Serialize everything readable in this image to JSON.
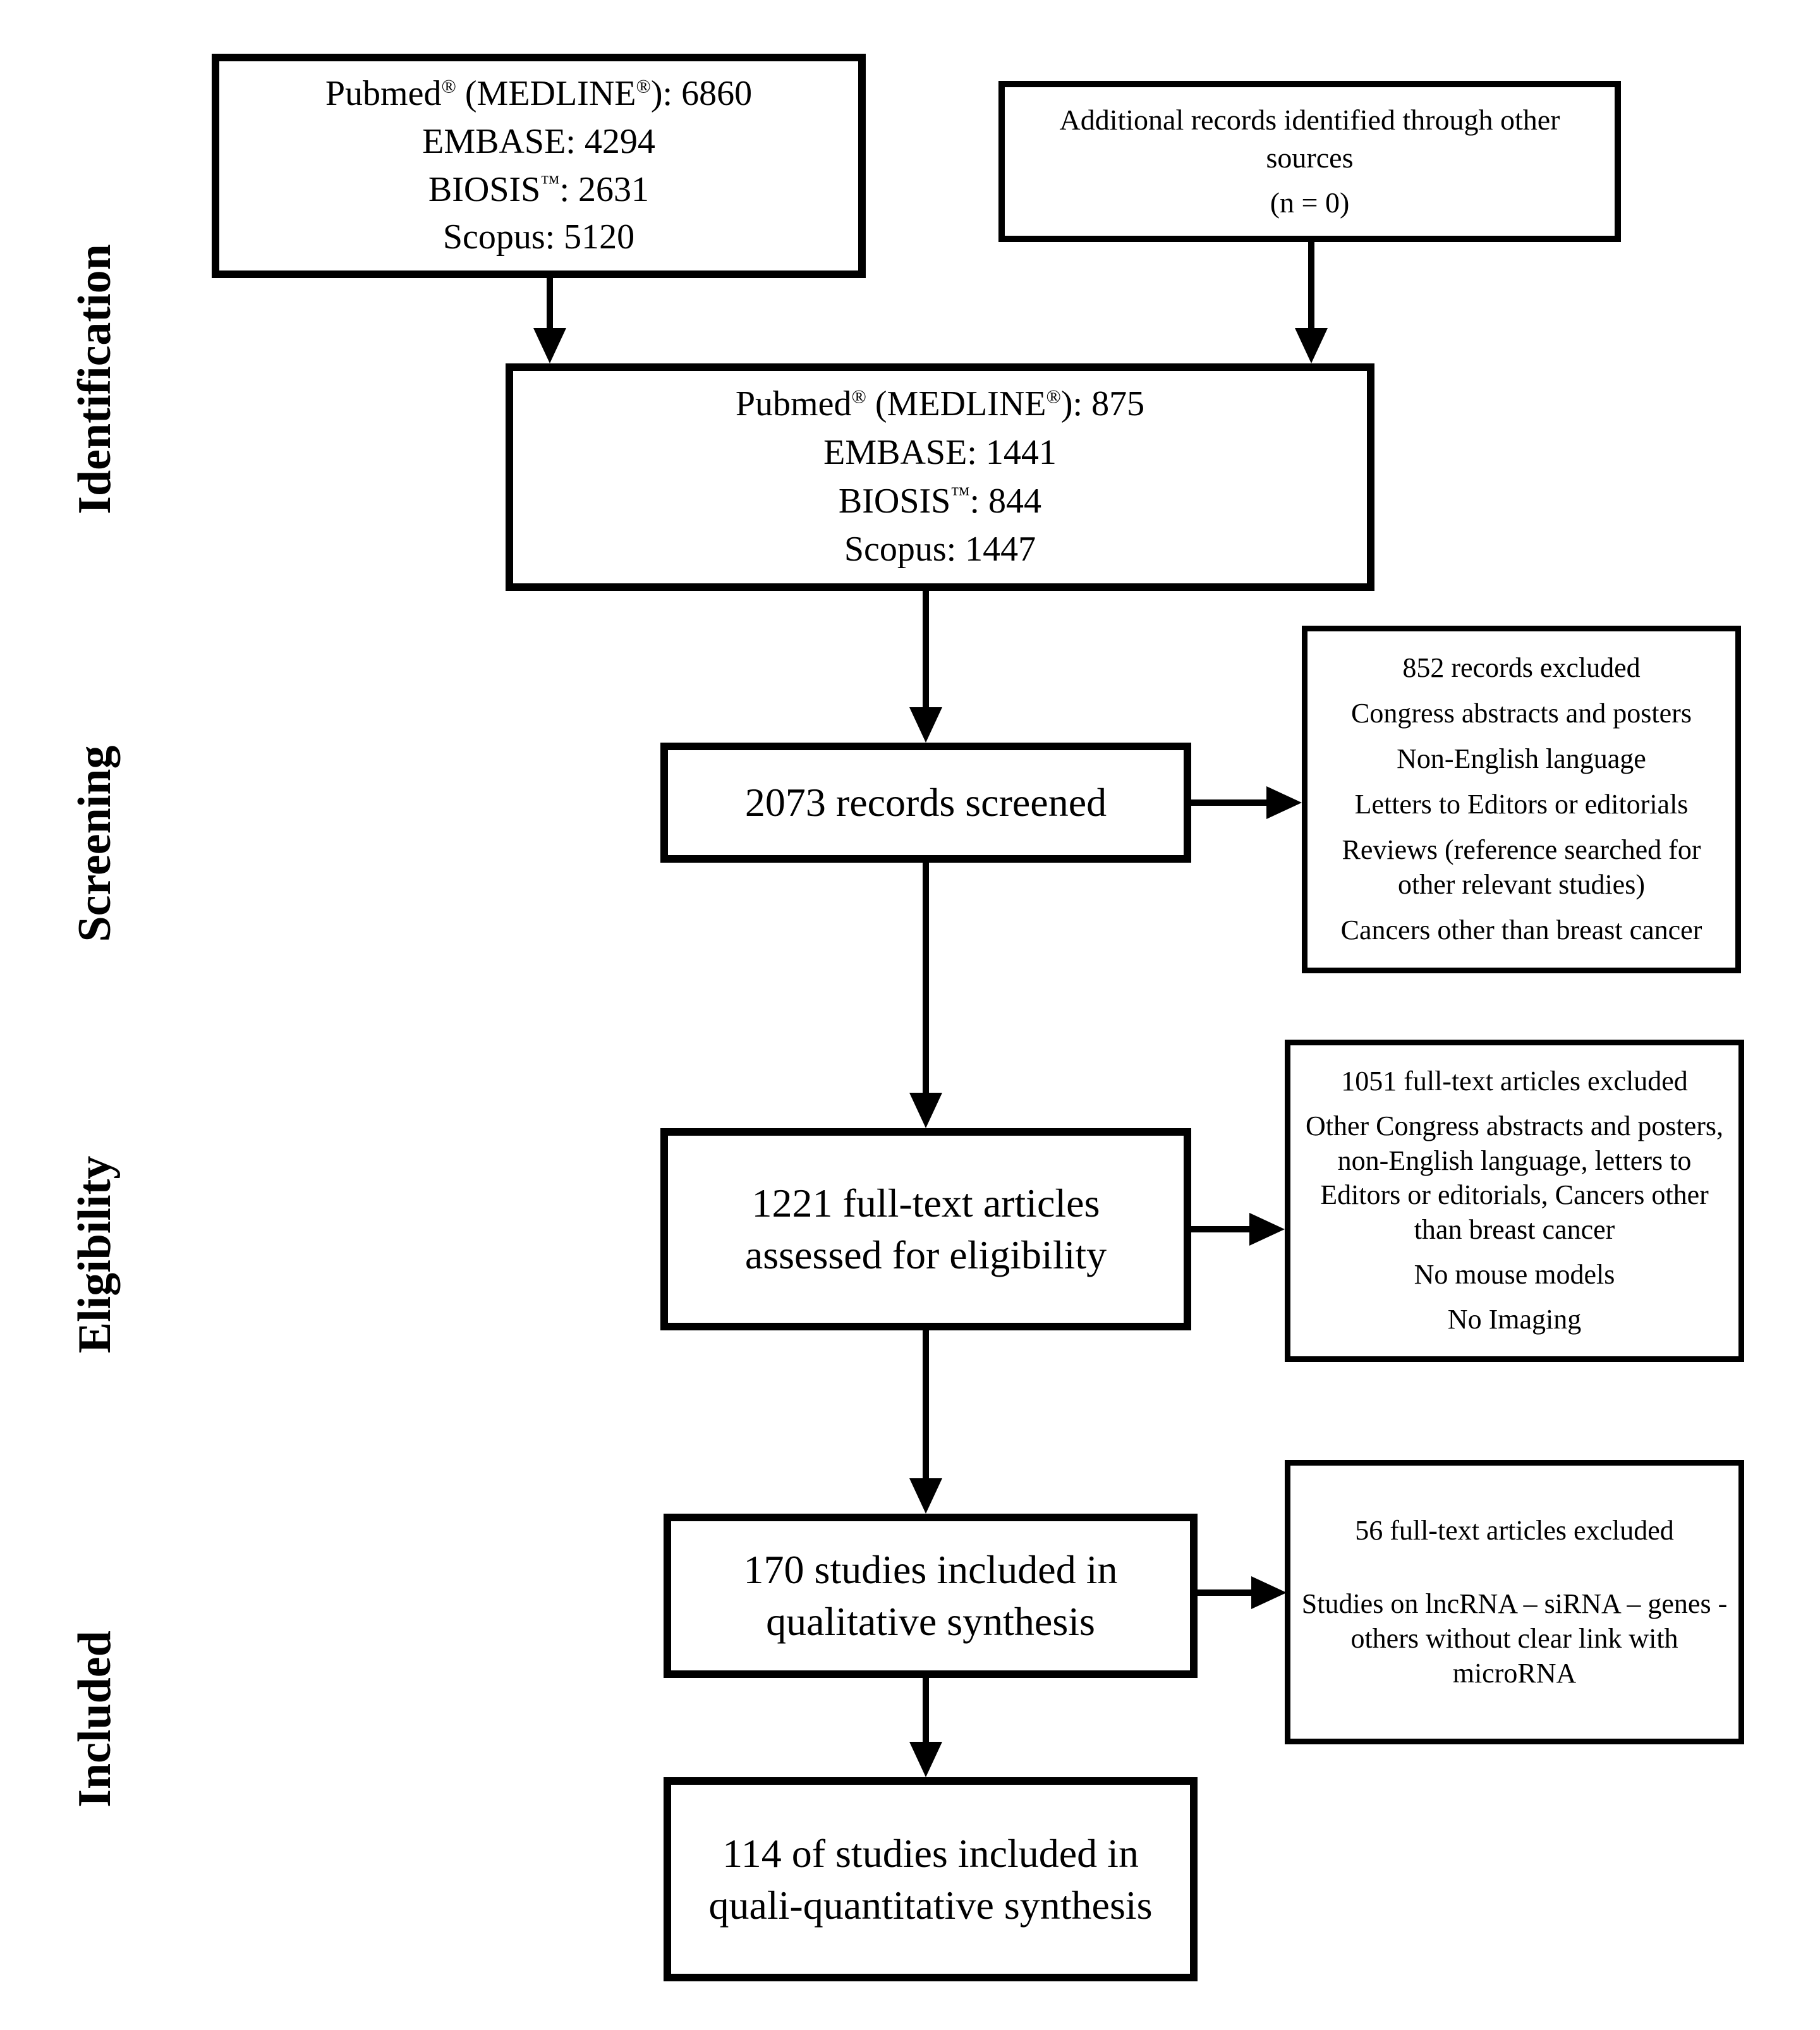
{
  "colors": {
    "ink": "#000000",
    "background": "#ffffff"
  },
  "stage_labels": {
    "identification": "Identification",
    "screening": "Screening",
    "eligibility": "Eligibility",
    "included": "Included"
  },
  "boxes": {
    "records_identified": {
      "lines": [
        "Pubmed® (MEDLINE®): 6860",
        "EMBASE: 4294",
        "BIOSIS™: 2631",
        "Scopus: 5120"
      ]
    },
    "additional_records": {
      "lines": [
        "Additional records identified through other sources",
        "(n = 0)"
      ]
    },
    "deduplicated_records": {
      "lines": [
        "Pubmed® (MEDLINE®): 875",
        "EMBASE: 1441",
        "BIOSIS™: 844",
        "Scopus: 1447"
      ]
    },
    "records_screened": {
      "text": "2073 records screened"
    },
    "records_excluded": {
      "title": "852 records excluded",
      "reasons": [
        "Congress abstracts and posters",
        "Non-English language",
        "Letters to Editors or editorials",
        "Reviews (reference searched for other relevant studies)",
        "Cancers other than breast cancer"
      ]
    },
    "fulltext_assessed": {
      "text": "1221 full-text articles assessed for eligibility"
    },
    "fulltext_excluded": {
      "title": "1051 full-text articles excluded",
      "reasons": [
        "Other Congress abstracts and posters, non-English language, letters to Editors or editorials, Cancers other than breast cancer",
        "No mouse models",
        "No Imaging"
      ]
    },
    "qualitative_synthesis": {
      "text": "170 studies included in qualitative synthesis"
    },
    "qualitative_excluded": {
      "title": "56 full-text articles excluded",
      "reasons": [
        "Studies on lncRNA – siRNA – genes - others without clear link with microRNA"
      ]
    },
    "quantitative_synthesis": {
      "text": "114 of studies included in quali-quantitative synthesis"
    }
  }
}
